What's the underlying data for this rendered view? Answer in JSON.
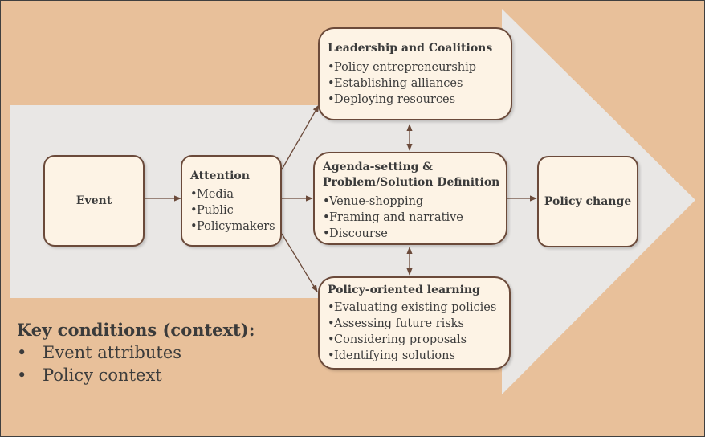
{
  "colors": {
    "background": "#e8c09a",
    "big_arrow": "#e9e7e5",
    "box_fill": "#fdf3e5",
    "box_border": "#6b4a3a",
    "connector": "#6b4a3a",
    "text": "#3b3b3b"
  },
  "event": {
    "title": "Event"
  },
  "attention": {
    "title": "Attention",
    "items": [
      "Media",
      "Public",
      "Policymakers"
    ]
  },
  "leadership": {
    "title": "Leadership and Coalitions",
    "items": [
      "Policy entrepreneurship",
      "Establishing alliances",
      "Deploying resources"
    ]
  },
  "agenda": {
    "title_line1": "Agenda-setting &",
    "title_line2": "Problem/Solution Definition",
    "items": [
      "Venue-shopping",
      "Framing and narrative",
      "Discourse"
    ]
  },
  "learning": {
    "title": "Policy-oriented learning",
    "items": [
      "Evaluating existing policies",
      "Assessing future risks",
      "Considering proposals",
      "Identifying solutions"
    ]
  },
  "policy_change": {
    "title": "Policy change"
  },
  "key_conditions": {
    "title": "Key conditions (context):",
    "items": [
      "Event attributes",
      "Policy context"
    ]
  }
}
